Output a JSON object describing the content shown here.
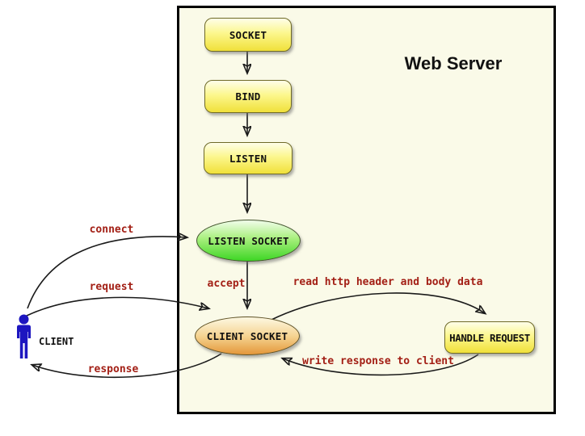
{
  "server": {
    "title": "Web Server"
  },
  "nodes": {
    "socket": "SOCKET",
    "bind": "BIND",
    "listen": "LISTEN",
    "listen_socket": "LISTEN SOCKET",
    "client_socket": "CLIENT SOCKET",
    "handle_request": "HANDLE REQUEST"
  },
  "actor": {
    "label": "CLIENT"
  },
  "edges": {
    "connect": "connect",
    "request": "request",
    "response": "response",
    "accept": "accept",
    "read": "read http header and body data",
    "write": "write response to client"
  },
  "colors": {
    "server_background": "#fafae8",
    "server_border": "#000000",
    "node_yellow_top": "#fefee9",
    "node_yellow_bottom": "#f0e03a",
    "node_green_top": "#f1fdeb",
    "node_green_bottom": "#3ed625",
    "node_orange_top": "#fdf8e2",
    "node_orange_bottom": "#e4973a",
    "edge_label_red": "#a32016",
    "arrow_black": "#1a1a1a",
    "actor_blue": "#1d16c0"
  }
}
